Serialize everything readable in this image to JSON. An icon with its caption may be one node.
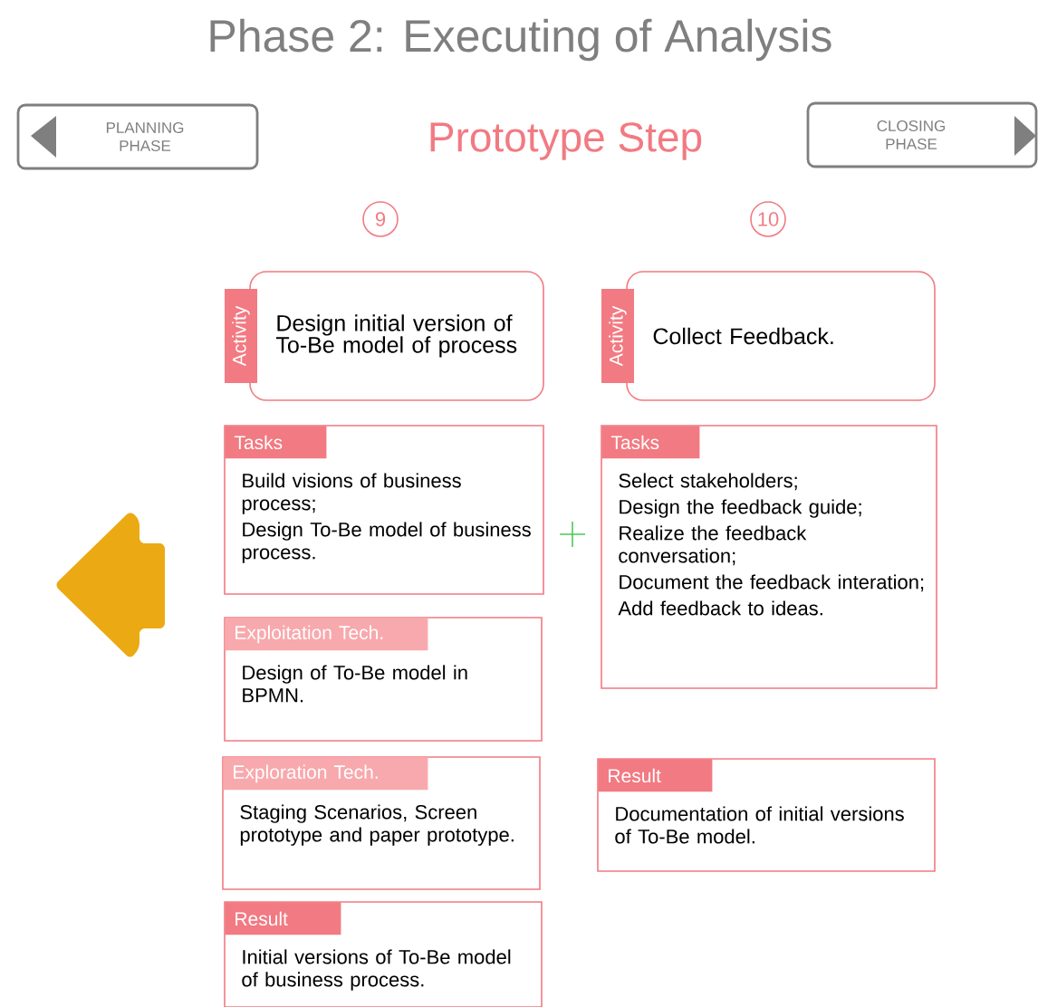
{
  "diagram": {
    "title": "Phase 2: Executing of Analysis",
    "nodes": [
      {
        "text": [
          "PLANNING PHASE"
        ]
      },
      {
        "text": [
          "CLOSING PHASE"
        ]
      },
      {
        "text": [
          "9"
        ]
      },
      {
        "text": [
          "10"
        ]
      },
      {
        "text": [
          "Activity",
          "Design initial version of To-Be model of process"
        ]
      },
      {
        "text": [
          "Tasks",
          "Build visions of business process;",
          "Design To-Be model of business process."
        ]
      },
      {
        "text": [
          "Exploitation Tech.",
          "Design of To-Be model in BPMN."
        ]
      },
      {
        "text": [
          "Exploration Tech.",
          "Staging Scenarios, Screen prototype and paper prototype."
        ]
      },
      {
        "text": [
          "Result",
          "Initial versions of To-Be model of business process."
        ]
      },
      {
        "text": [
          "Activity",
          "Collect Feedback."
        ]
      },
      {
        "text": [
          "Tasks",
          "Select stakeholders;",
          "Design the feedback guide;",
          "Realize the feedback conversation;",
          "Document the feedback interation;",
          "Add feedback to ideas."
        ]
      },
      {
        "text": [
          "Result",
          "Documentation of initial versions of To-Be model."
        ]
      }
    ],
    "edges": [],
    "labels": [
      "Prototype Step"
    ]
  }
}
